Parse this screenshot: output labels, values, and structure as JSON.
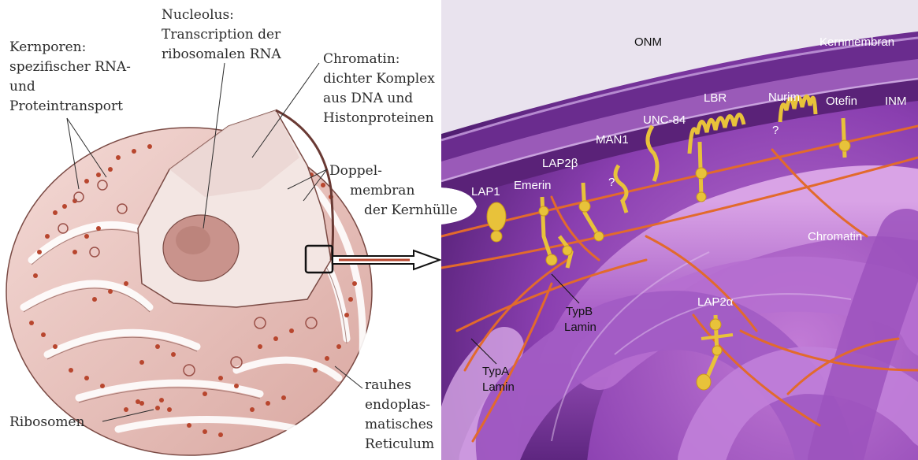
{
  "left_labels": {
    "nucleolus": [
      "Nucleolus:",
      "Transcription der",
      "ribosomalen RNA"
    ],
    "kernporen": [
      "Kernporen:",
      "spezifischer RNA-",
      "und",
      "Proteintransport"
    ],
    "chromatin": [
      "Chromatin:",
      "dichter Komplex",
      "aus DNA und",
      "Histonproteinen"
    ],
    "doppelmembran": [
      "Doppel-",
      "membran",
      "der Kernhülle"
    ],
    "rauhes_er": [
      "rauhes",
      "endoplas-",
      "matisches",
      "Reticulum"
    ],
    "ribosomen": "Ribosomen"
  },
  "right_labels": {
    "onm": "ONM",
    "kernmembran": "Kernmembran",
    "inm": "INM",
    "lap1": "LAP1",
    "emerin": "Emerin",
    "lap2b": "LAP2β",
    "man1": "MAN1",
    "unc84": "UNC-84",
    "lbr": "LBR",
    "nurim": "Nurim",
    "otefin": "Otefin",
    "chromatin": "Chromatin",
    "lap2a": "LAP2α",
    "typb": [
      "TypB",
      "Lamin"
    ],
    "typa": [
      "TypA",
      "Lamin"
    ],
    "question_mark": "?"
  },
  "colors": {
    "membrane_purple": "#6a2c8e",
    "chromatin_violet": "#a55fc0",
    "lamin_orange": "#e26a2c",
    "protein_yellow": "#e8c23a",
    "cell_pink": "#ecc9c4",
    "ribosome_red": "#b8462e"
  }
}
